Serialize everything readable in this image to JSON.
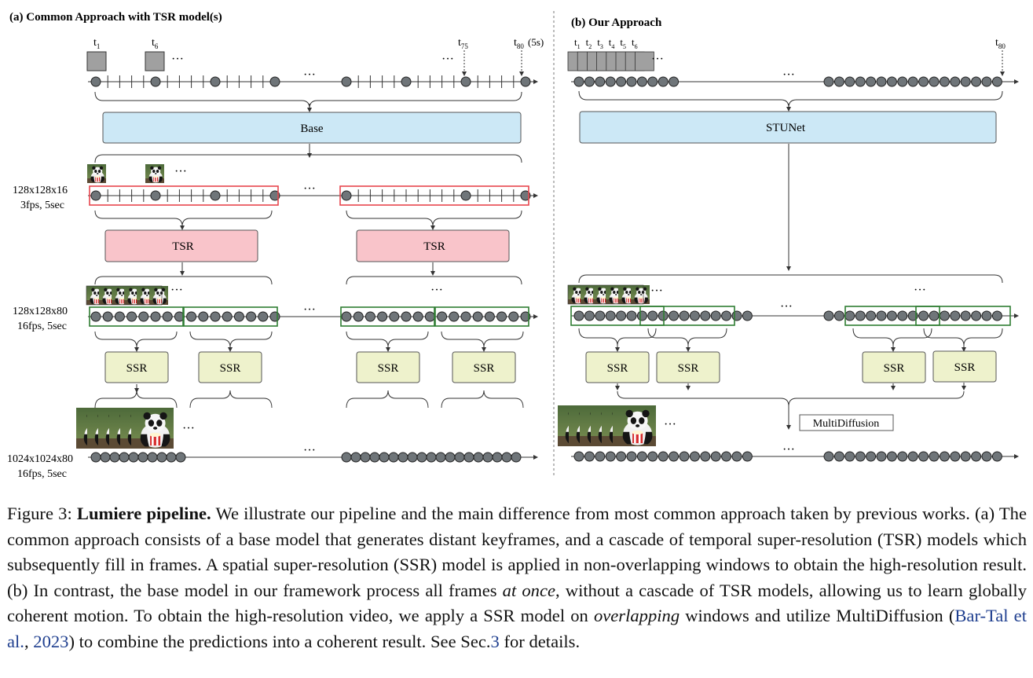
{
  "panel_a": {
    "title": "(a) Common Approach with TSR model(s)",
    "t_labels": {
      "t1": "t",
      "t1_sub": "1",
      "t6": "t",
      "t6_sub": "6",
      "t75": "t",
      "t75_sub": "75",
      "t80": "t",
      "t80_sub": "80",
      "duration": "(5s)"
    },
    "base_label": "Base",
    "tsr_label": "TSR",
    "ssr_label": "SSR",
    "row1_label_1": "128x128x16",
    "row1_label_2": "3fps, 5sec",
    "row2_label_1": "128x128x80",
    "row2_label_2": "16fps, 5sec",
    "row3_label_1": "1024x1024x80",
    "row3_label_2": "16fps, 5sec"
  },
  "panel_b": {
    "title": "(b) Our Approach",
    "t_labels": [
      "1",
      "2",
      "3",
      "4",
      "5",
      "6"
    ],
    "t_end_sub": "80",
    "stunet_label": "STUNet",
    "ssr_label": "SSR",
    "multidiffusion_label": "MultiDiffusion"
  },
  "ellipsis": "...",
  "dots": "···",
  "caption": {
    "prefix": "Figure 3: ",
    "bold": "Lumiere pipeline.",
    "part1": " We illustrate our pipeline and the main difference from most common approach taken by previous works. (a) The common approach consists of a base model that generates distant keyframes, and a cascade of temporal super-resolution (TSR) models which subsequently fill in frames.  A spatial super-resolution (SSR) model is applied in non-overlapping windows to obtain the high-resolution result. (b) In contrast, the base model in our framework process all frames ",
    "italic1": "at once",
    "part2": ", without a cascade of TSR models, allowing us to learn globally coherent motion. To obtain the high-resolution video, we apply a SSR model on ",
    "italic2": "overlapping",
    "part3": " windows and utilize MultiDiffusion (",
    "cite_name": "Bar-Tal et al.",
    "cite_sep": ", ",
    "cite_year": "2023",
    "part4": ") to combine the predictions into a coherent result. See Sec.",
    "sec_ref": "3",
    "part5": " for details."
  },
  "colors": {
    "base_fill": "#cce8f6",
    "tsr_fill": "#f9c4ca",
    "ssr_fill": "#eef2cc",
    "red_box": "#e8464e",
    "green_box": "#2f7d32",
    "node_fill": "#6f7579",
    "keyframe_fill": "#a0a0a0"
  }
}
